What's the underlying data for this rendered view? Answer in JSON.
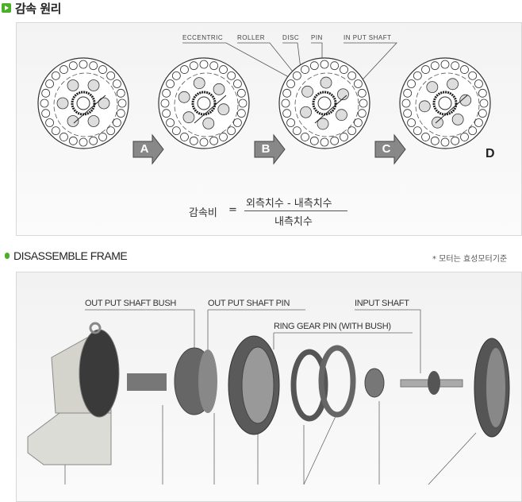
{
  "section1": {
    "title": "감속 원리",
    "icon": "green-play-square-icon",
    "labels": [
      "ECCENTRIC",
      "ROLLER",
      "DISC",
      "PIN",
      "IN PUT SHAFT"
    ],
    "steps": [
      "A",
      "B",
      "C"
    ],
    "final_label": "D",
    "formula": {
      "lhs": "감속비",
      "eq": "=",
      "numerator": "외측치수 - 내측치수",
      "denominator": "내측치수"
    }
  },
  "section2": {
    "title": "DISASSEMBLE FRAME",
    "icon": "green-dot-icon",
    "note": "* 모터는 효성모터기준",
    "labels": [
      "OUT PUT SHAFT BUSH",
      "OUT PUT SHAFT PIN",
      "INPUT SHAFT",
      "RING GEAR PIN (WITH BUSH)"
    ]
  },
  "colors": {
    "accent": "#4caf2a",
    "panel_border": "#d8d8d8"
  }
}
